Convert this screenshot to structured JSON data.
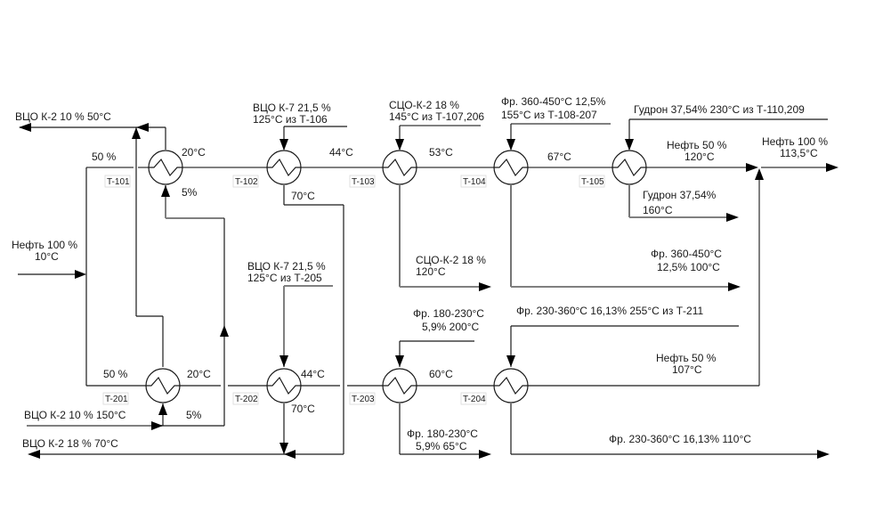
{
  "diagram": {
    "title": "",
    "heat_exchangers_top": [
      {
        "id": "T-101",
        "temp_right": "20°C",
        "temp_below": "5%"
      },
      {
        "id": "T-102",
        "temp_below": "70°C"
      },
      {
        "id": "T-103"
      },
      {
        "id": "T-104"
      },
      {
        "id": "T-105"
      }
    ],
    "heat_exchangers_bottom": [
      {
        "id": "T-201",
        "temp_right": "20°C"
      },
      {
        "id": "T-202",
        "temp_right": "44°C",
        "temp_below": "70°C"
      },
      {
        "id": "T-203"
      },
      {
        "id": "T-204"
      }
    ],
    "labels": {
      "vco_k2_10_50": "ВЦО К-2 10 % 50°C",
      "top_50pct": "50 %",
      "t101_20": "20°C",
      "t101_5": "5%",
      "vco_k7_top_l1": "ВЦО К-7 21,5 %",
      "vco_k7_top_l2": "125°C из Т-106",
      "t102_44": "44°C",
      "t102_70": "70°C",
      "sco_top_l1": "СЦО-К-2 18 %",
      "sco_top_l2": "145°C из Т-107,206",
      "t103_53": "53°C",
      "fr360_top_l1": "Фр. 360-450°C 12,5%",
      "fr360_top_l2": "155°C из Т-108-207",
      "t104_67": "67°C",
      "gudron_in": "Гудрон  37,54% 230°C из Т-110,209",
      "neft50_out_l1": "Нефть 50 %",
      "neft50_out_l2": "120°C",
      "neft100_out_l1": "Нефть 100 %",
      "neft100_out_l2": "113,5°C",
      "gudron_out_l1": "Гудрон  37,54%",
      "gudron_out_l2": "160°C",
      "neft100_in_l1": "Нефть 100 %",
      "neft100_in_l2": "10°C",
      "sco_out_l1": "СЦО-К-2 18 %",
      "sco_out_l2": "120°C",
      "fr360_out_l1": "Фр. 360-450°C",
      "fr360_out_l2": "12,5% 100°C",
      "vco_k7_bot_l1": "ВЦО К-7 21,5 %",
      "vco_k7_bot_l2": "125°C из Т-205",
      "fr180_in_l1": "Фр. 180-230°C",
      "fr180_in_l2": "5,9% 200°C",
      "fr230_in": "Фр. 230-360°C  16,13% 255°C из Т-211",
      "bot_50pct": "50 %",
      "t201_20": "20°C",
      "t202_44": "44°C",
      "t203_60": "60°C",
      "neft50_bot_l1": "Нефть 50 %",
      "neft50_bot_l2": "107°C",
      "vco_k2_150": "ВЦО К-2 10 % 150°C",
      "bot_5pct": "5%",
      "t202_70": "70°C",
      "vco_k2_18_70": "ВЦО К-2 18 % 70°C",
      "fr180_out_l1": "Фр. 180-230°C",
      "fr180_out_l2": "5,9% 65°C",
      "fr230_out": "Фр. 230-360°C  16,13% 110°C"
    }
  }
}
